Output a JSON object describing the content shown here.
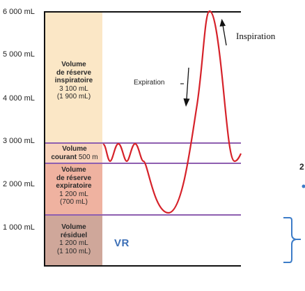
{
  "y_axis": {
    "ticks": [
      "6 000 mL",
      "5 000 mL",
      "4 000 mL",
      "3 000 mL",
      "2 000 mL",
      "1 000 mL"
    ]
  },
  "bands": {
    "irv": {
      "title": "Volume\nde réserve\ninspiratoire",
      "line1": "3 100 mL",
      "line2": "(1 900 mL)",
      "color": "#fbe7c6"
    },
    "tv": {
      "title": "Volume",
      "title2": "courant",
      "value": "500 m",
      "color": "#f8d3bb"
    },
    "erv": {
      "title": "Volume\nde réserve\nexpiratoire",
      "line1": "1 200 mL",
      "line2": "(700 mL)",
      "color": "#efb2a0"
    },
    "rv": {
      "title": "Volume\nrésiduel",
      "line1": "1 200 mL",
      "line2": "(1 100 mL)",
      "color": "#cfa79a"
    }
  },
  "labels": {
    "inspiration": "Inspiration",
    "expiration": "Expiration",
    "vr": "VR"
  },
  "colors": {
    "curve": "#d6222a",
    "level_lines": "#8e5fb0",
    "bracket": "#3c7cc8",
    "vr_text": "#3c6fb6"
  }
}
